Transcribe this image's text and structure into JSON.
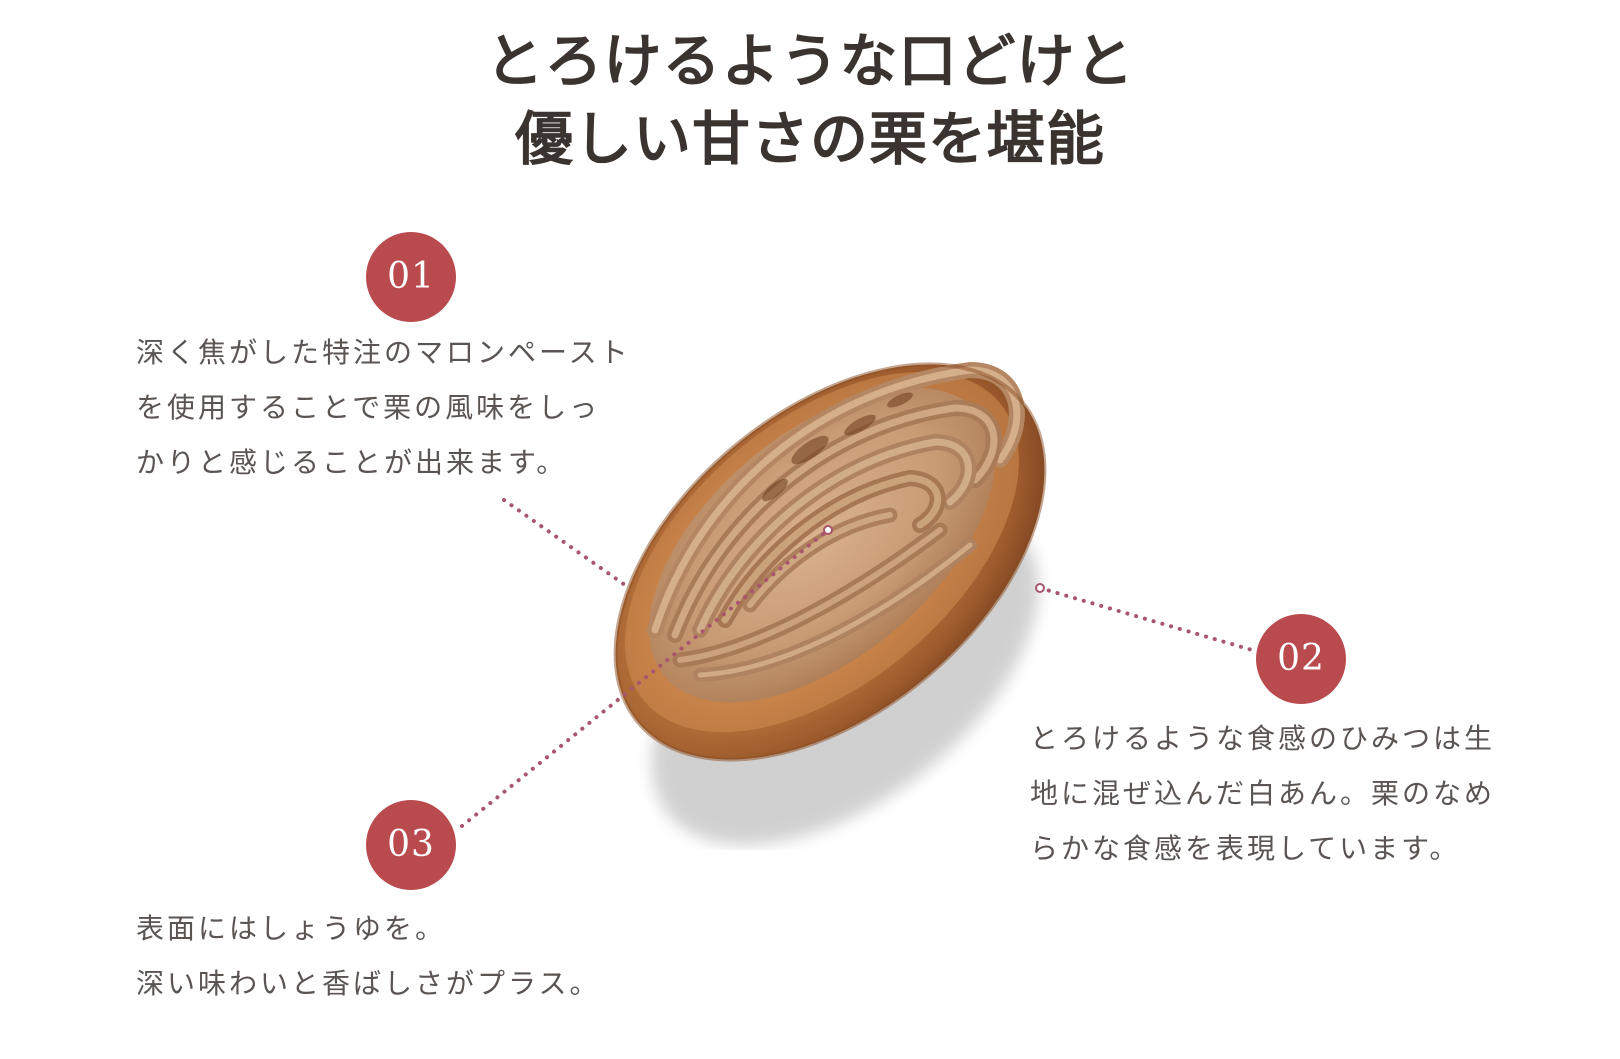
{
  "headline": {
    "line1": "とろけるような口どけと",
    "line2": "優しい甘さの栗を堪能"
  },
  "points": [
    {
      "number": "01",
      "lines": [
        "深く焦がした特注のマロンペースト",
        "を使用することで栗の風味をしっ",
        "かりと感じることが出来ます。"
      ]
    },
    {
      "number": "02",
      "lines": [
        "とろけるような食感のひみつは生",
        "地に混ぜ込んだ白あん。栗のなめ",
        "らかな食感を表現しています。"
      ]
    },
    {
      "number": "03",
      "lines": [
        "表面にはしょうゆを。",
        "深い味わいと香ばしさがプラス。"
      ]
    }
  ],
  "colors": {
    "badge": "#b94a4d",
    "leader_dots": "#a8566e",
    "text": "#5a5553",
    "headline": "#3a3330"
  }
}
